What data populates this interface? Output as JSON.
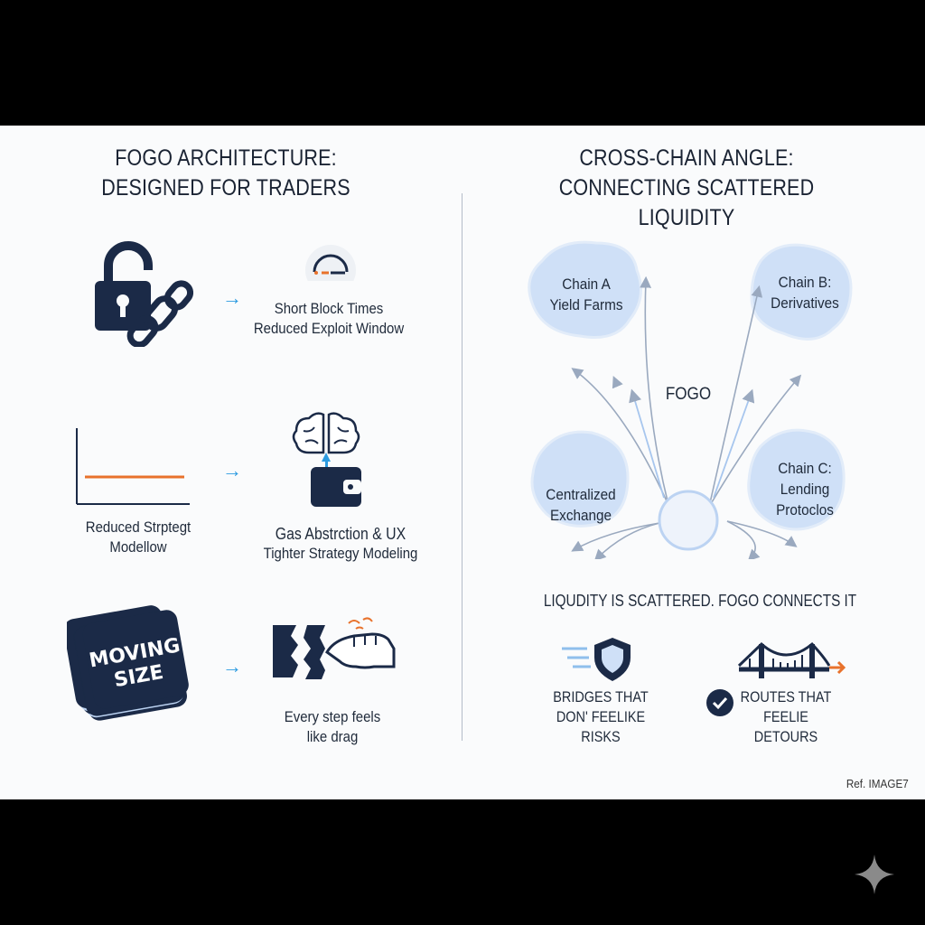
{
  "left": {
    "title_line1": "FOGO ARCHITECTURE:",
    "title_line2": "DESIGNED FOR TRADERS",
    "rows": [
      {
        "right_line1": "Short Block Times",
        "right_line2": "Reduced Exploit Window"
      },
      {
        "left_line1": "Reduced Strptegt",
        "left_line2": "Modellow",
        "right_line1": "Gas Abstrction & UX",
        "right_line2": "Tighter Strategy Modeling"
      },
      {
        "card_line1": "MOVING",
        "card_line2": "SIZE",
        "right_line1": "Every step feels",
        "right_line2": "like drag"
      }
    ],
    "arrow_glyph": "→"
  },
  "right": {
    "title_line1": "CROSS-CHAIN ANGLE:",
    "title_line2": "CONNECTING SCATTERED LIQUIDITY",
    "hub": "FOGO",
    "chains": {
      "a": {
        "line1": "Chain A",
        "line2": "Yield Farms"
      },
      "b": {
        "line1": "Chain B:",
        "line2": "Derivatives"
      },
      "c": {
        "line1": "Centralized",
        "line2": "Exchange"
      },
      "d": {
        "line1": "Chain C:",
        "line2": "Lending",
        "line3": "Protoclos"
      }
    },
    "subheading": "LIQUDITY IS SCATTERED. FOGO CONNECTS IT",
    "bottom": [
      {
        "line1": "BRIDGES THAT",
        "line2": "DON' FEELIKE RISKS"
      },
      {
        "line1": "ROUTES THAT",
        "line2": "FEELIE DETOURS"
      }
    ]
  },
  "ref": "Ref. IMAGE7",
  "colors": {
    "navy": "#1b2a47",
    "accent_blue": "#2d9be0",
    "accent_orange": "#e8722c",
    "blob_fill": "#cfe0f7",
    "arrow_gray": "#9aa9bf"
  }
}
